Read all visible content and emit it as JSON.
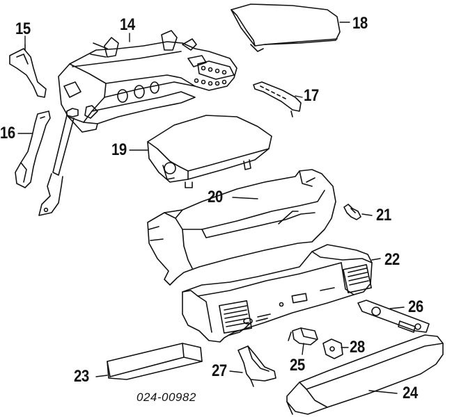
{
  "diagram": {
    "reference_code": "024-00982",
    "ink_color": "#111111",
    "paper_color": "#ffffff",
    "callouts": [
      {
        "key": "p14",
        "label": "14"
      },
      {
        "key": "p15",
        "label": "15"
      },
      {
        "key": "p16",
        "label": "16"
      },
      {
        "key": "p17",
        "label": "17"
      },
      {
        "key": "p18",
        "label": "18"
      },
      {
        "key": "p19",
        "label": "19"
      },
      {
        "key": "p20",
        "label": "20"
      },
      {
        "key": "p21",
        "label": "21"
      },
      {
        "key": "p22",
        "label": "22"
      },
      {
        "key": "p23",
        "label": "23"
      },
      {
        "key": "p24",
        "label": "24"
      },
      {
        "key": "p25",
        "label": "25"
      },
      {
        "key": "p26",
        "label": "26"
      },
      {
        "key": "p27",
        "label": "27"
      },
      {
        "key": "p28",
        "label": "28"
      }
    ]
  }
}
